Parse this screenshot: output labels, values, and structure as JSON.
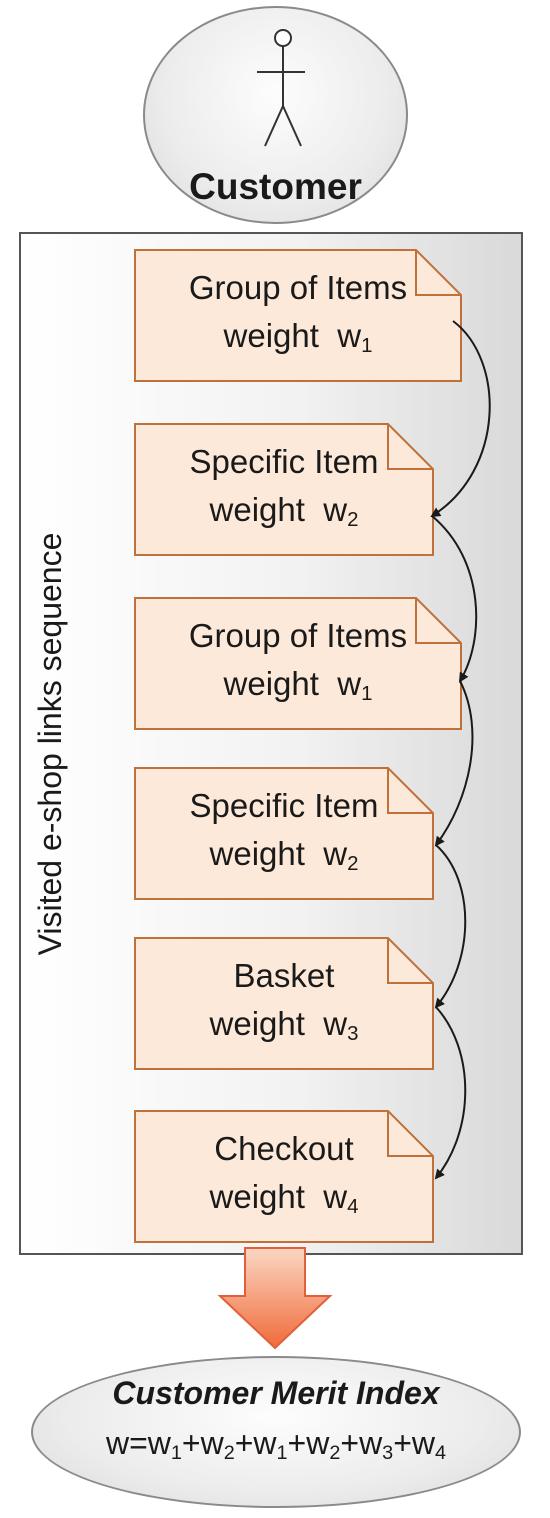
{
  "actor": {
    "label": "Customer"
  },
  "sequence": {
    "label": "Visited e-shop links sequence",
    "nodes": [
      {
        "line1": "Group of Items",
        "weight_text": "weight",
        "weight_var": "w",
        "weight_sub": "1"
      },
      {
        "line1": "Specific Item",
        "weight_text": "weight",
        "weight_var": "w",
        "weight_sub": "2"
      },
      {
        "line1": "Group of Items",
        "weight_text": "weight",
        "weight_var": "w",
        "weight_sub": "1"
      },
      {
        "line1": "Specific Item",
        "weight_text": "weight",
        "weight_var": "w",
        "weight_sub": "2"
      },
      {
        "line1": "Basket",
        "weight_text": "weight",
        "weight_var": "w",
        "weight_sub": "3"
      },
      {
        "line1": "Checkout",
        "weight_text": "weight",
        "weight_var": "w",
        "weight_sub": "4"
      }
    ]
  },
  "merit": {
    "title": "Customer Merit Index",
    "formula_lhs": "w=",
    "terms": [
      {
        "var": "w",
        "sub": "1"
      },
      {
        "var": "w",
        "sub": "2"
      },
      {
        "var": "w",
        "sub": "1"
      },
      {
        "var": "w",
        "sub": "2"
      },
      {
        "var": "w",
        "sub": "3"
      },
      {
        "var": "w",
        "sub": "4"
      }
    ],
    "plus": "+"
  },
  "colors": {
    "node_fill": "#fde9d9",
    "node_border": "#c0713a",
    "arrow_fill": "#f58a5c",
    "arrow_stroke": "#e0603a",
    "connector": "#1a1a1a"
  }
}
